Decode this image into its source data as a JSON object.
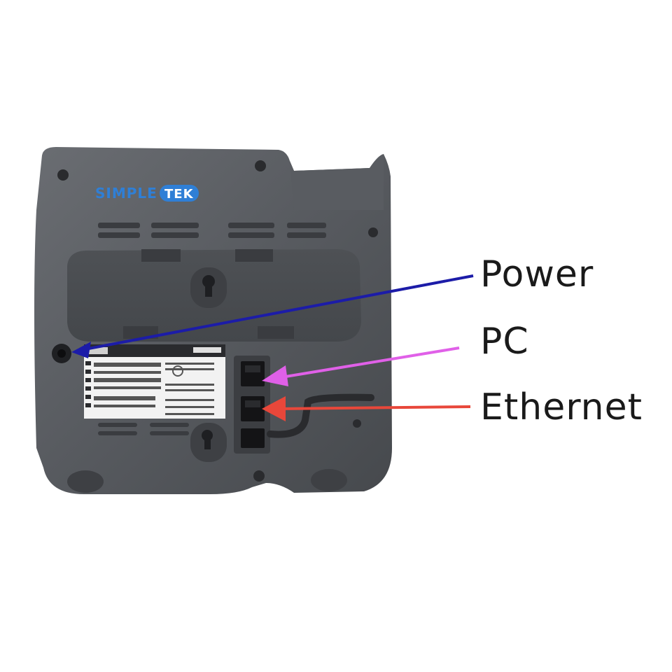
{
  "logo": {
    "text_simple": "SIMPLE",
    "text_tek": "TEK",
    "color_simple": "#2f7fd6",
    "color_tek": "#ffffff",
    "badge_color": "#2f7fd6"
  },
  "callouts": {
    "power": {
      "label": "Power",
      "color": "#1c1ca8"
    },
    "pc": {
      "label": "PC",
      "color": "#e060e8"
    },
    "ethernet": {
      "label": "Ethernet",
      "color": "#e8473a"
    }
  },
  "device": {
    "body_color": "#5a5d62",
    "panel_color": "#4a4d51",
    "label_color": "#f2f2f2"
  }
}
